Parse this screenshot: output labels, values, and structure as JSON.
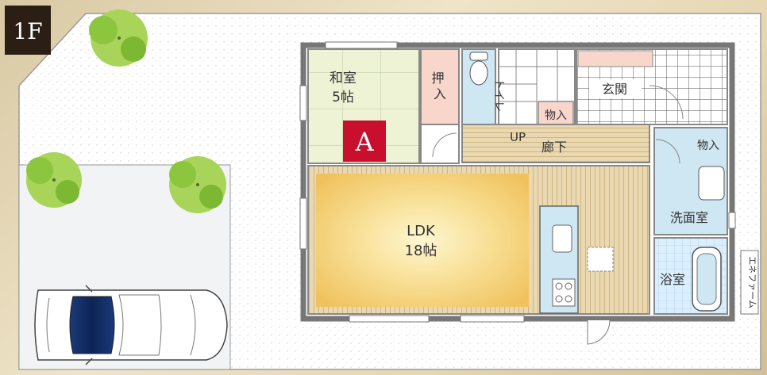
{
  "floor_badge": "1F",
  "rooms": {
    "washitsu": {
      "name": "和室",
      "size": "5帖"
    },
    "oshiire": "押入",
    "toilet": "トイレ",
    "genkan": "玄関",
    "monoire_stair": "物入",
    "monoire_hall": "物入",
    "up": "UP",
    "rouka": "廊下",
    "ldk": {
      "name": "LDK",
      "size": "18帖"
    },
    "senmen": "洗面室",
    "yokushitsu": "浴室",
    "ecocute": "エネファーム"
  },
  "marker": "A",
  "colors": {
    "badge_bg": "#2b1e14",
    "marker_bg": "#c8102e",
    "tatami": "#eef3d6",
    "pink_storage": "#f8d6cc",
    "wet_area": "#cfe6f3",
    "floor_wood": "#e5d2a8",
    "tree": "#8cc63f"
  }
}
